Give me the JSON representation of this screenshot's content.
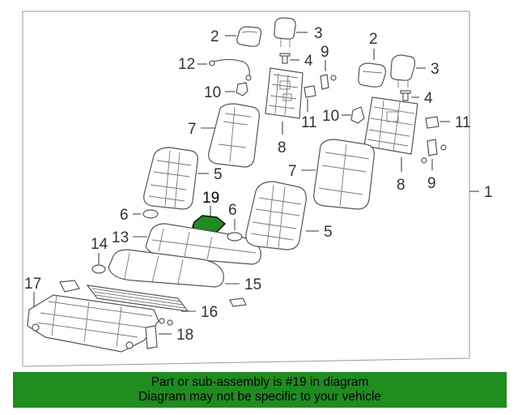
{
  "callouts": {
    "c1": "1",
    "c2a": "2",
    "c2b": "2",
    "c3a": "3",
    "c3b": "3",
    "c4a": "4",
    "c4b": "4",
    "c5a": "5",
    "c5b": "5",
    "c6a": "6",
    "c6b": "6",
    "c7a": "7",
    "c7b": "7",
    "c8a": "8",
    "c8b": "8",
    "c9a": "9",
    "c9b": "9",
    "c10a": "10",
    "c10b": "10",
    "c11a": "11",
    "c11b": "11",
    "c12": "12",
    "c13": "13",
    "c14": "14",
    "c15": "15",
    "c16": "16",
    "c17": "17",
    "c18": "18",
    "c19": "19"
  },
  "highlight": {
    "part_number": "19",
    "color": "#1e8c1e"
  },
  "banner": {
    "line1": "Part or sub-assembly is #19 in diagram",
    "line2": "Diagram may not be specific to your vehicle",
    "color": "#1e8c1e"
  }
}
